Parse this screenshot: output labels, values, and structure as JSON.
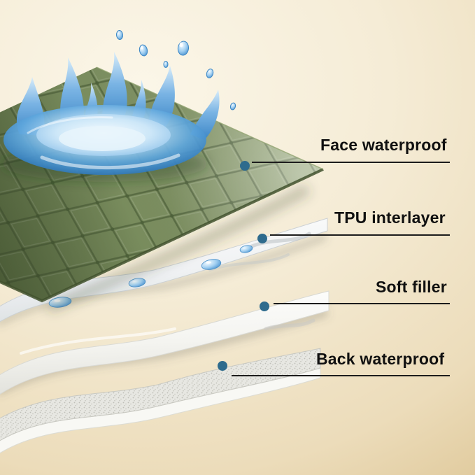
{
  "diagram": {
    "type": "exploded-layers",
    "product": "waterproof quilted pad cross-section",
    "layers": [
      {
        "label": "Face waterproof",
        "color": "#7c8f60"
      },
      {
        "label": "TPU interlayer",
        "color": "#eef1f3"
      },
      {
        "label": "Soft filler",
        "color": "#fbfbf9"
      },
      {
        "label": "Back waterproof",
        "color": "#e3e3df"
      }
    ],
    "callout": {
      "dot_color": "#2e6b8d",
      "line_color": "#1c1c1c",
      "text_color": "#101010"
    },
    "water_color": "#4190cf",
    "background": {
      "top_left": "#fbf6e8",
      "bottom_right": "#dcc493"
    }
  }
}
